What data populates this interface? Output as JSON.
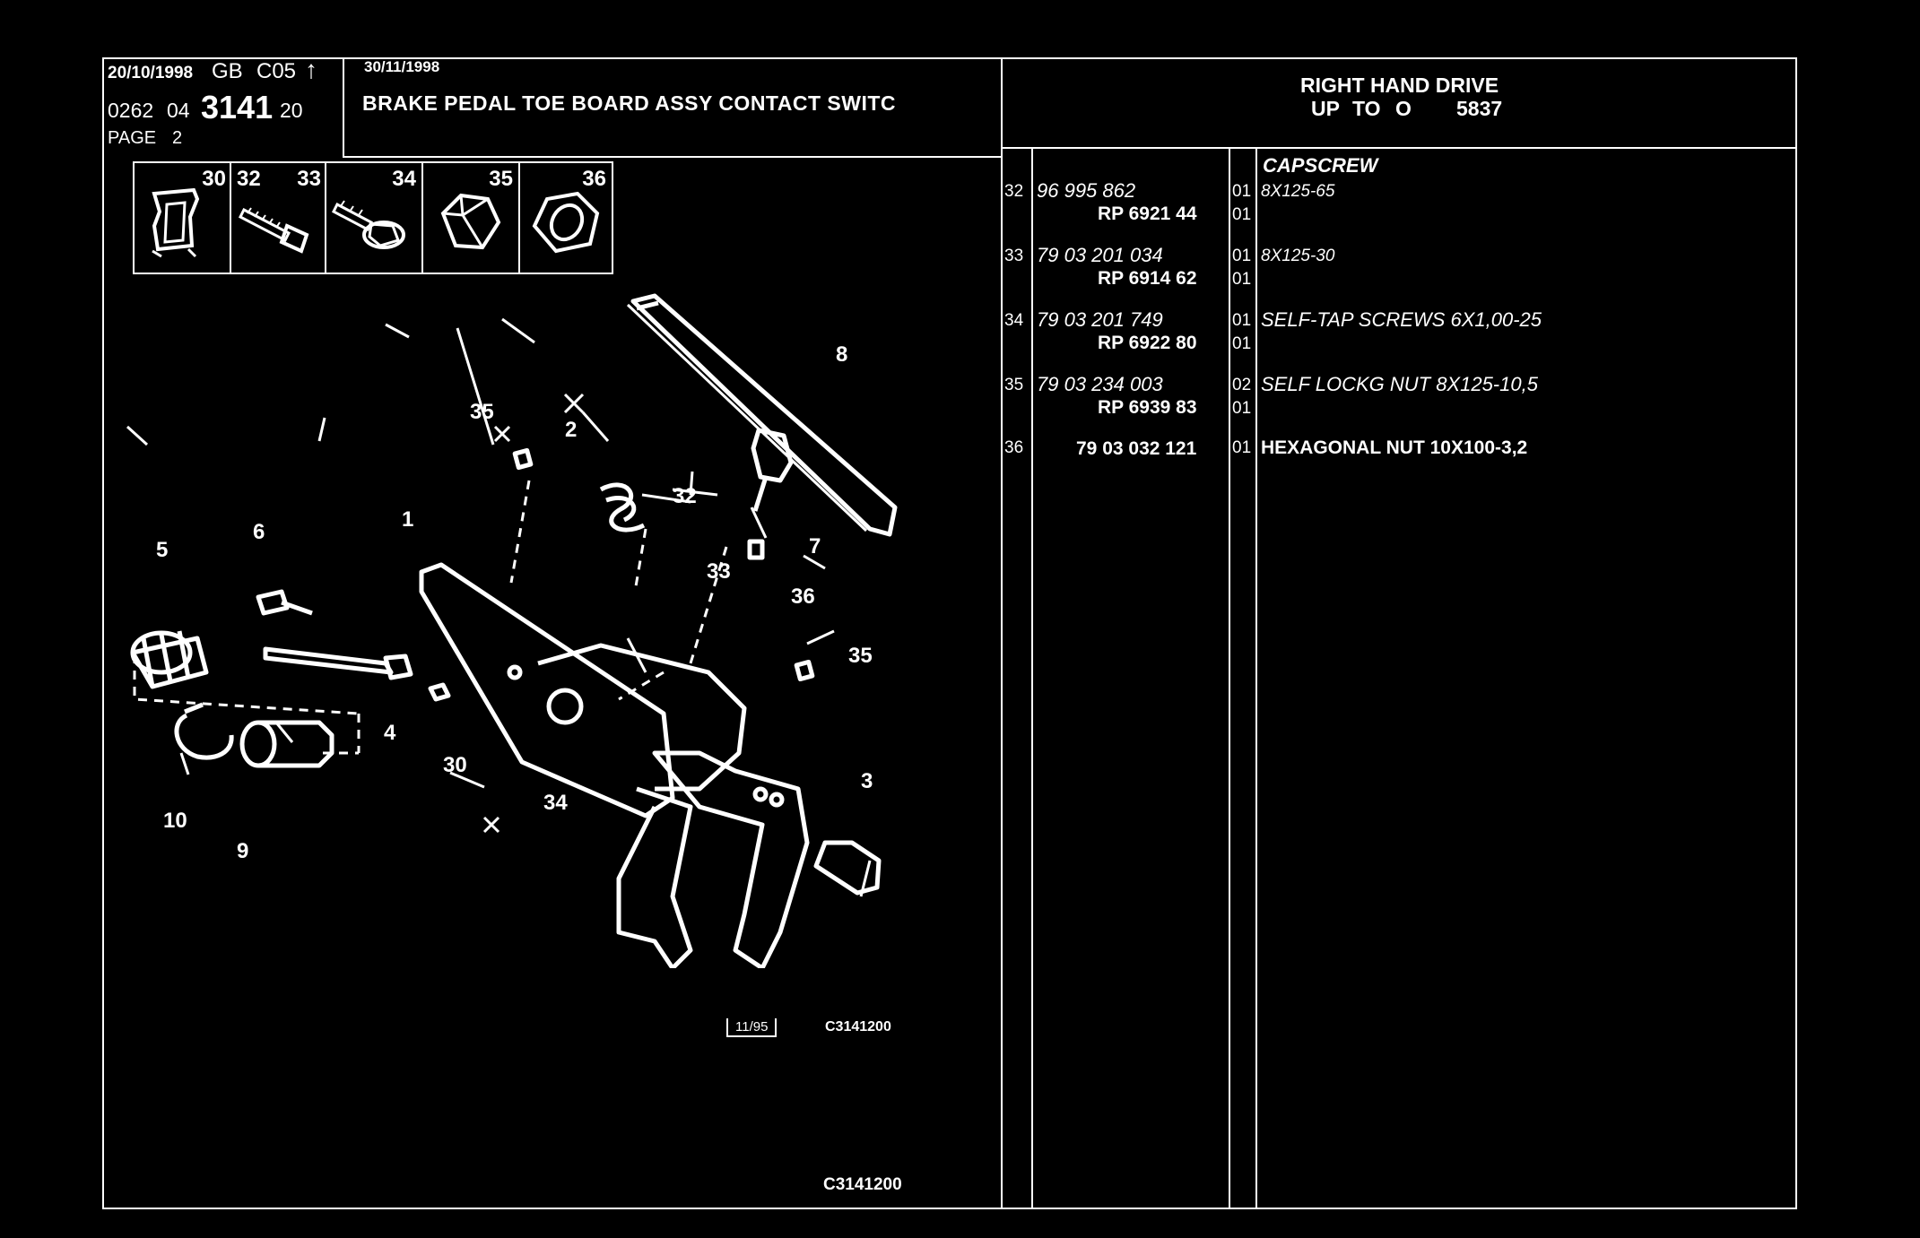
{
  "header": {
    "date_left": "20/10/1998",
    "market": "GB",
    "market_code": "C05",
    "arrow": "↑",
    "ref_prefix": "0262",
    "ref_group": "04",
    "ref_main": "3141",
    "ref_suffix": "20",
    "page_label": "PAGE",
    "page_number": "2",
    "date_right": "30/11/1998",
    "title": "BRAKE PEDAL TOE BOARD ASSY CONTACT SWITC",
    "drive_line1": "RIGHT HAND DRIVE",
    "drive_line2_prefix": "UP",
    "drive_line2_to": "TO",
    "drive_line2_code": "O",
    "drive_line2_number": "5837"
  },
  "thumbnails": [
    "30",
    "32",
    "33",
    "34",
    "35",
    "36"
  ],
  "diagram": {
    "callouts": [
      "35",
      "2",
      "8",
      "32",
      "7",
      "1",
      "6",
      "33",
      "5",
      "36",
      "35",
      "4",
      "30",
      "3",
      "10",
      "9",
      "34"
    ],
    "stamp_date": "11/95",
    "stamp_code": "C3141200",
    "footer_code": "C3141200"
  },
  "parts": {
    "header_desc": "CAPSCREW",
    "rows": [
      {
        "ref": "32",
        "part": "96 995 862",
        "rp": "RP 6921 44",
        "qty": "01",
        "qty2": "01",
        "desc": "8X125-65"
      },
      {
        "ref": "33",
        "part": "79 03 201 034",
        "rp": "RP 6914 62",
        "qty": "01",
        "qty2": "01",
        "desc": "8X125-30"
      },
      {
        "ref": "34",
        "part": "79 03 201 749",
        "rp": "RP 6922 80",
        "qty": "01",
        "qty2": "01",
        "desc": "SELF-TAP SCREWS 6X1,00-25"
      },
      {
        "ref": "35",
        "part": "79 03 234 003",
        "rp": "RP 6939 83",
        "qty": "02",
        "qty2": "01",
        "desc": "SELF LOCKG NUT 8X125-10,5"
      },
      {
        "ref": "36",
        "part": "79 03 032 121",
        "rp": "",
        "qty": "01",
        "qty2": "",
        "desc": "HEXAGONAL NUT 10X100-3,2"
      }
    ]
  }
}
